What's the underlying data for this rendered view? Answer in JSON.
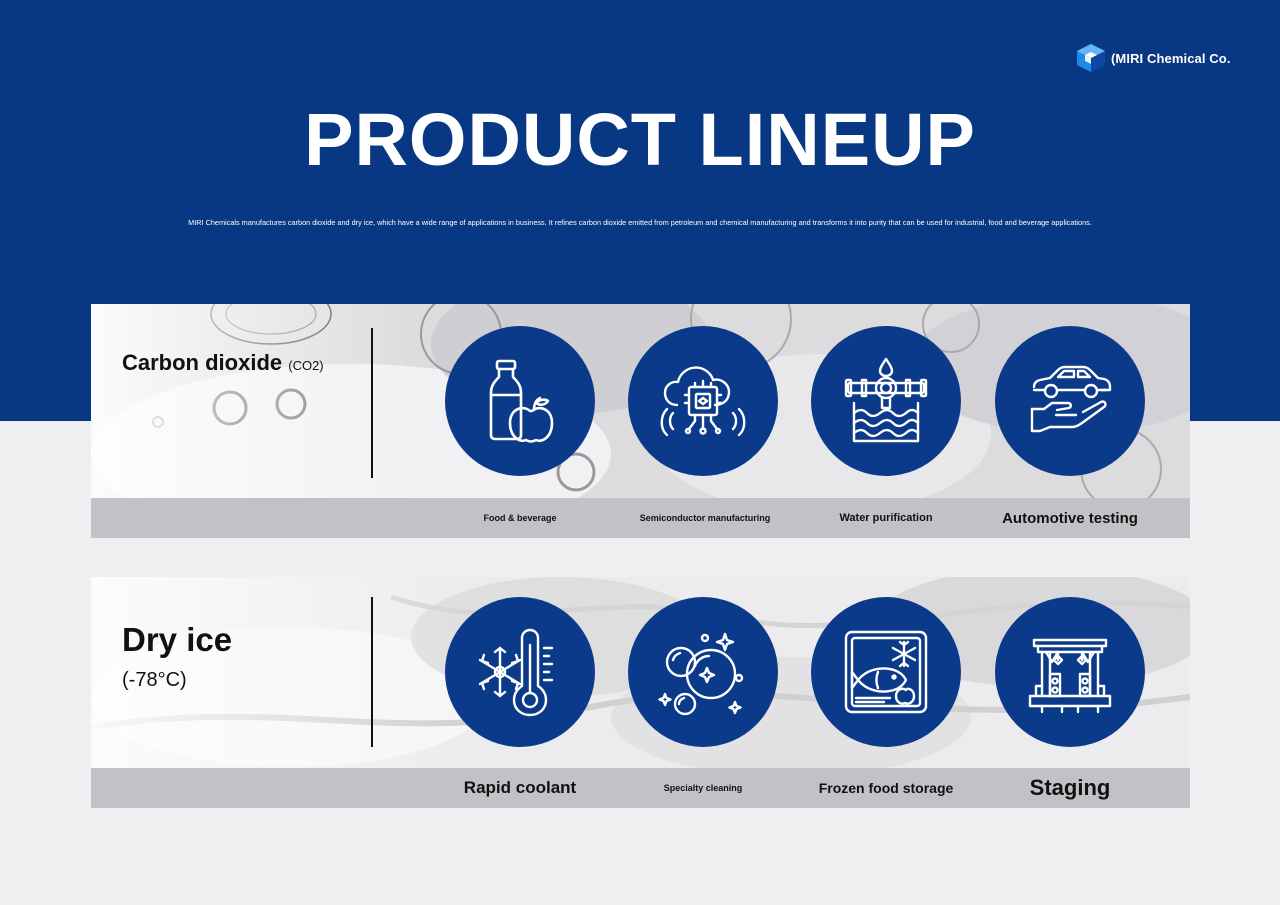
{
  "brand": {
    "name": "(MIRI Chemical Co."
  },
  "hero": {
    "title": "PRODUCT LINEUP",
    "description": "MIRI Chemicals manufactures carbon dioxide and dry ice, which have a wide range of applications in business.  It refines carbon dioxide emitted from petroleum and chemical manufacturing and transforms it into purity that can be used for industrial, food and beverage applications."
  },
  "products": {
    "co2": {
      "name": "Carbon dioxide",
      "formula": "(CO2)",
      "applications": [
        {
          "label": "Food & beverage",
          "icon": "bottle-apple-icon"
        },
        {
          "label": "Semiconductor manufacturing",
          "icon": "chip-cloud-icon"
        },
        {
          "label": "Water purification",
          "icon": "water-pipe-icon"
        },
        {
          "label": "Automotive testing",
          "icon": "car-hand-icon"
        }
      ]
    },
    "dry_ice": {
      "name": "Dry ice",
      "temperature": "(-78°C)",
      "applications": [
        {
          "label": "Rapid coolant",
          "icon": "snowflake-thermometer-icon"
        },
        {
          "label": "Specialty cleaning",
          "icon": "bubbles-sparkle-icon"
        },
        {
          "label": "Frozen food storage",
          "icon": "frozen-fish-icon"
        },
        {
          "label": "Staging",
          "icon": "stage-icon"
        }
      ]
    }
  },
  "colors": {
    "hero": "#083783",
    "circle": "#0b3a8a",
    "strip": "#c2c1c5",
    "page": "#efeff1"
  }
}
